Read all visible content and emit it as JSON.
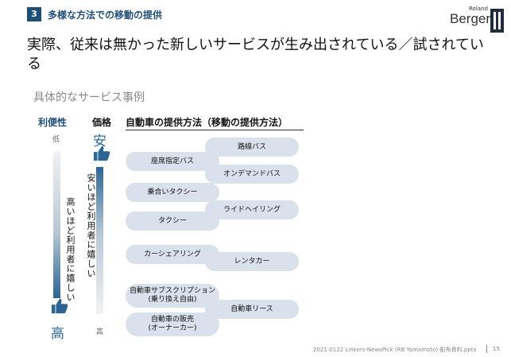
{
  "header": {
    "section_number": "3",
    "section_title": "多様な方法での移動の提供",
    "logo_top": "Roland",
    "logo_main": "Berger"
  },
  "headline": "実際、従来は無かった新しいサービスが生み出されている／試されている",
  "subheading": "具体的なサービス事例",
  "columns": {
    "convenience": "利便性",
    "price": "価格",
    "method": "自動車の提供方法（移動の提供方法）"
  },
  "scale": {
    "conv_low": "低",
    "conv_high": "高",
    "conv_text": "高いほど利用者に嬉しい",
    "price_low": "安",
    "price_high": "高",
    "price_text": "安いほど利用者に嬉しい"
  },
  "services": {
    "left": [
      "座席指定バス",
      "乗合いタクシー",
      "タクシー",
      "カーシェアリング",
      "自動車サブスクリプション\n(乗り換え自由)",
      "自動車の販売\n(オーナーカー)"
    ],
    "right": [
      "路線バス",
      "オンデマンドバス",
      "ライドヘイリング",
      "レンタカー",
      "自動車リース"
    ]
  },
  "footer": {
    "file": "2021-0122 Linkers-NewsPick (RB Yamamoto)-配布資料.pptx",
    "page": "15"
  },
  "colors": {
    "brand": "#1f4e79",
    "pill": "#d9e1ec",
    "accent": "#2c6a9a"
  }
}
